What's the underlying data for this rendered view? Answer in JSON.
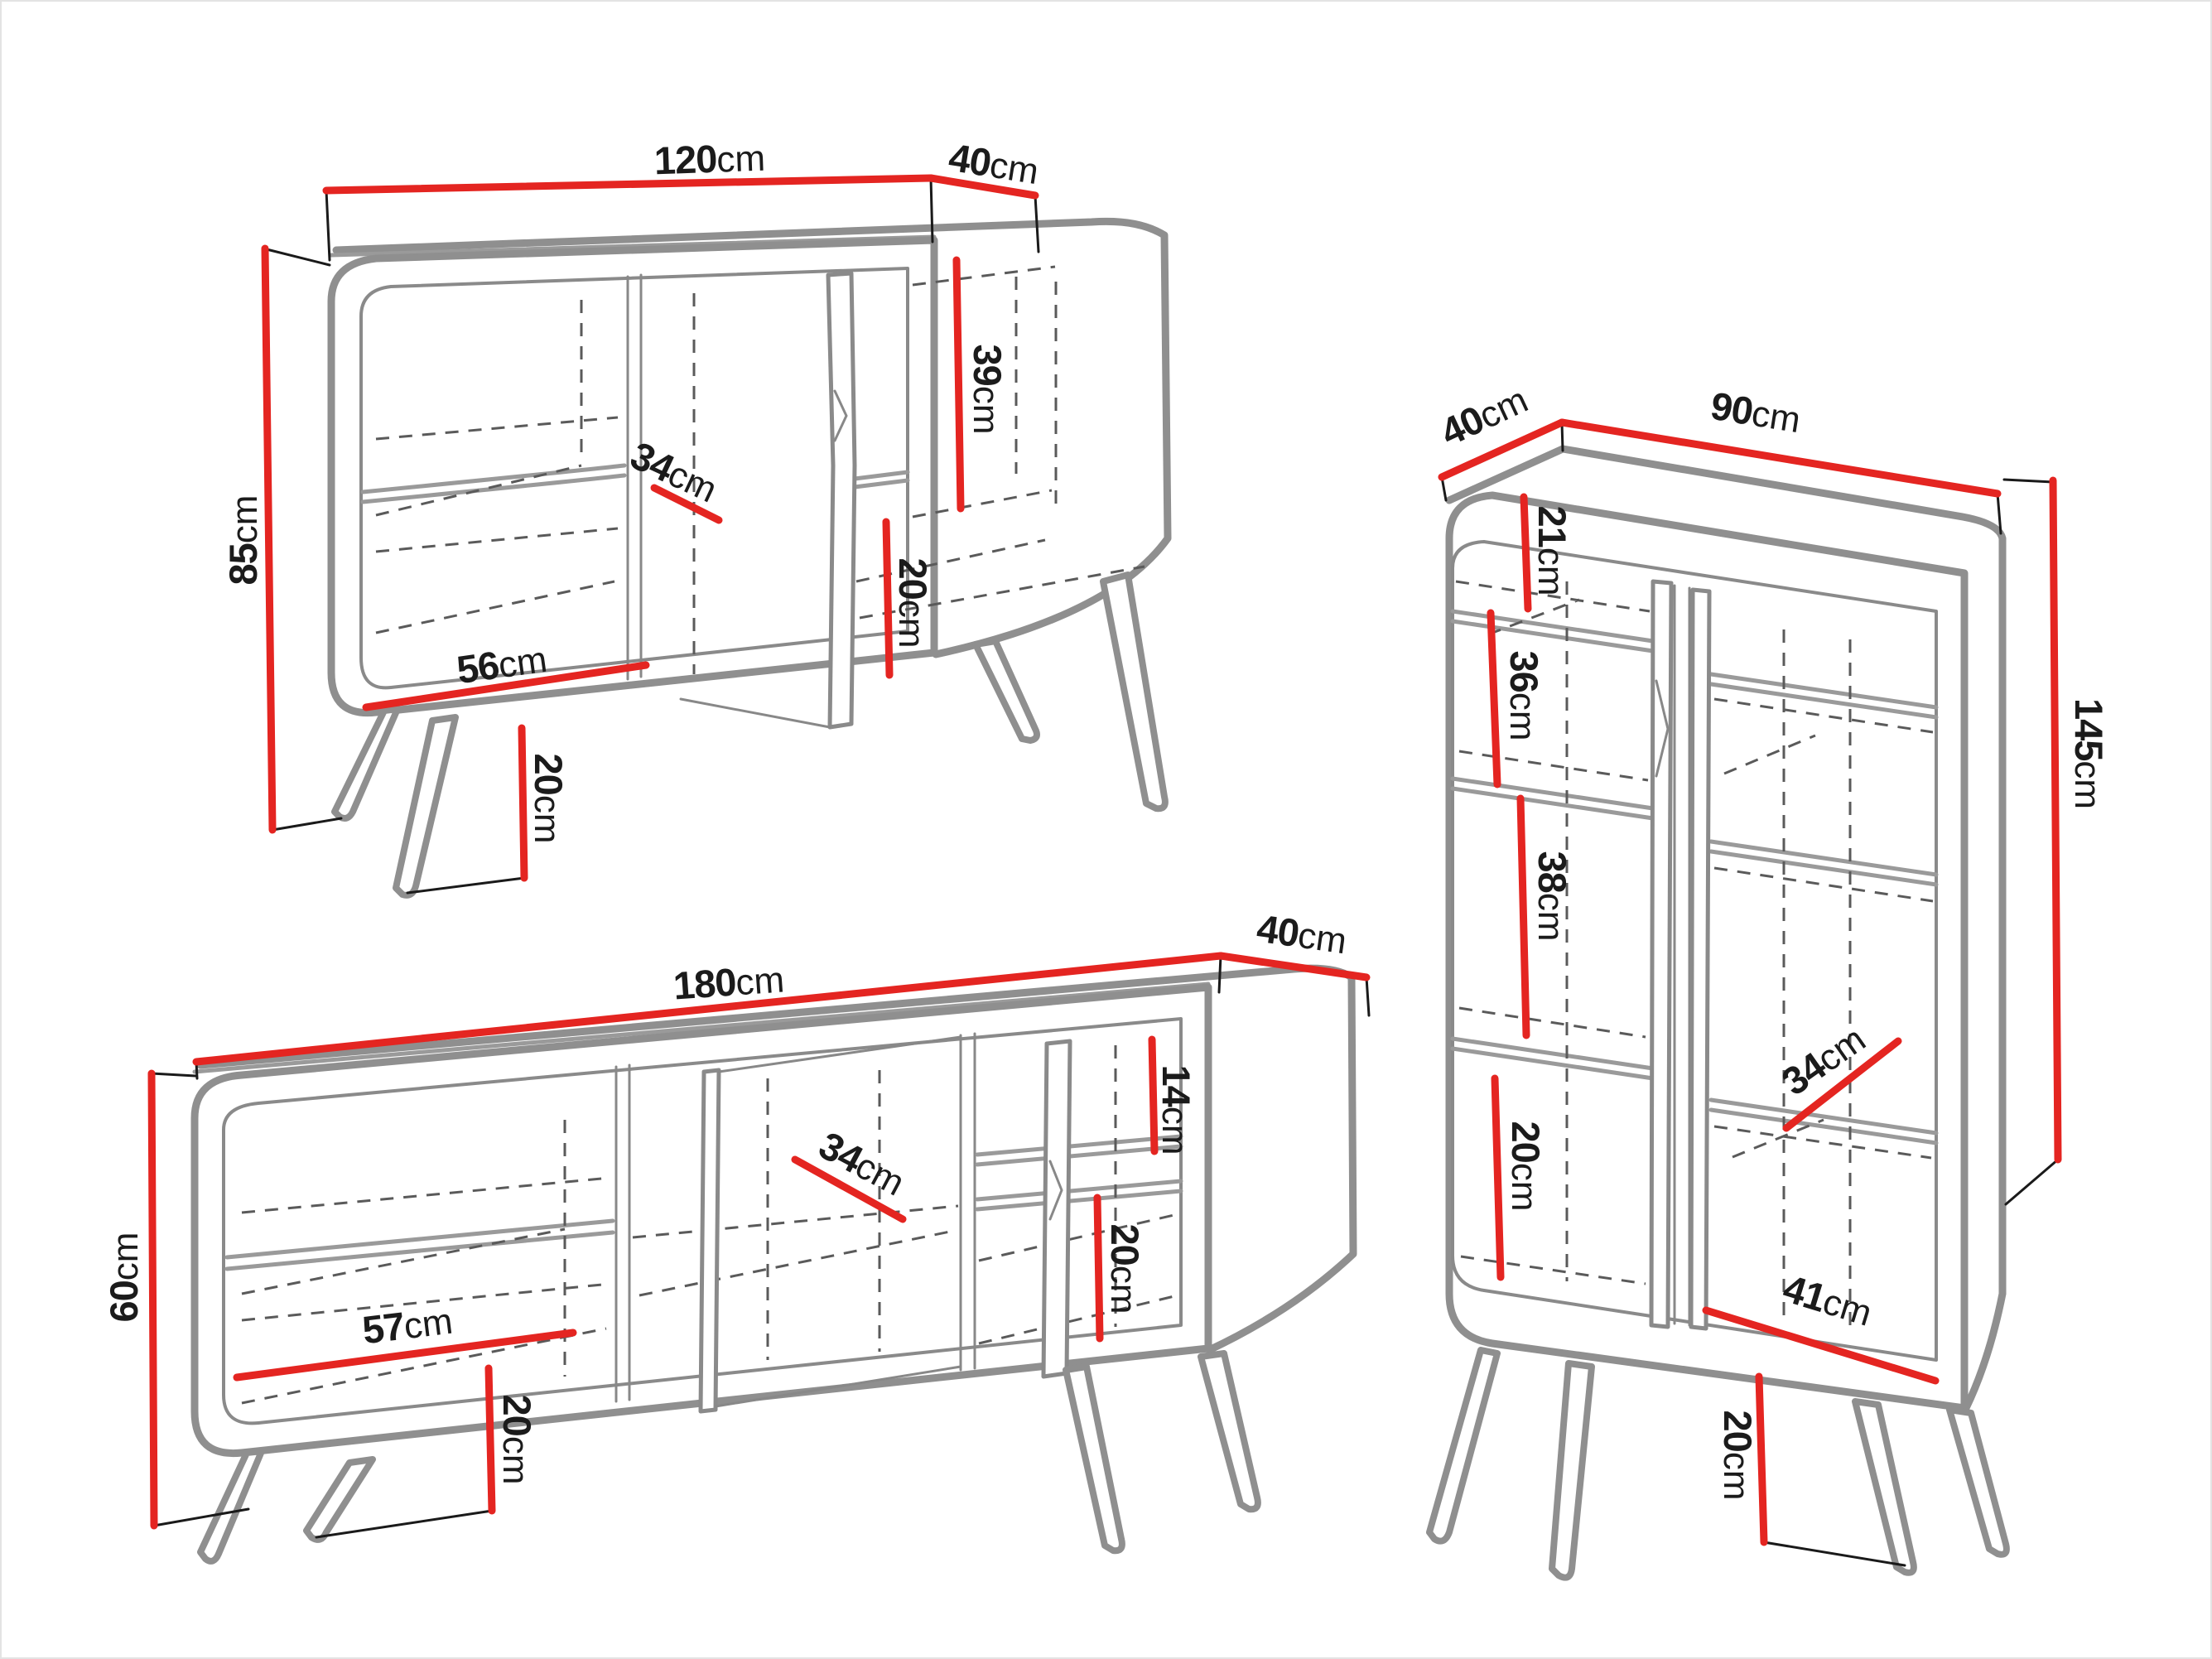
{
  "page": {
    "background": "#ffffff",
    "border_color": "#e3e3e3"
  },
  "colors": {
    "dimension_line": "#e42521",
    "outline": "#8f8f8f",
    "hidden_line": "#5a5a5a",
    "label_text": "#1b1b1b"
  },
  "furniture": [
    {
      "id": "sideboard",
      "description": "sideboard with door on legs",
      "dimensions": {
        "width": {
          "value": "120",
          "unit": "cm"
        },
        "depth": {
          "value": "40",
          "unit": "cm"
        },
        "height": {
          "value": "85",
          "unit": "cm"
        },
        "upper_compartment_height": {
          "value": "39",
          "unit": "cm"
        },
        "shelf_depth": {
          "value": "34",
          "unit": "cm"
        },
        "lower_compartment_height": {
          "value": "20",
          "unit": "cm"
        },
        "compartment_width": {
          "value": "56",
          "unit": "cm"
        },
        "leg_height": {
          "value": "20",
          "unit": "cm"
        }
      }
    },
    {
      "id": "tv-stand",
      "description": "TV cabinet with door on legs",
      "dimensions": {
        "width": {
          "value": "180",
          "unit": "cm"
        },
        "depth": {
          "value": "40",
          "unit": "cm"
        },
        "height": {
          "value": "60",
          "unit": "cm"
        },
        "shelf_depth": {
          "value": "34",
          "unit": "cm"
        },
        "upper_compartment_height": {
          "value": "14",
          "unit": "cm"
        },
        "lower_compartment_height": {
          "value": "20",
          "unit": "cm"
        },
        "compartment_width": {
          "value": "57",
          "unit": "cm"
        },
        "leg_height": {
          "value": "20",
          "unit": "cm"
        }
      }
    },
    {
      "id": "highboard",
      "description": "tall two-door cabinet on legs",
      "dimensions": {
        "depth": {
          "value": "40",
          "unit": "cm"
        },
        "width": {
          "value": "90",
          "unit": "cm"
        },
        "height": {
          "value": "145",
          "unit": "cm"
        },
        "first_compartment_height": {
          "value": "21",
          "unit": "cm"
        },
        "second_compartment_height": {
          "value": "36",
          "unit": "cm"
        },
        "third_compartment_height": {
          "value": "38",
          "unit": "cm"
        },
        "fourth_compartment_height": {
          "value": "20",
          "unit": "cm"
        },
        "shelf_depth": {
          "value": "34",
          "unit": "cm"
        },
        "compartment_width": {
          "value": "41",
          "unit": "cm"
        },
        "leg_height": {
          "value": "20",
          "unit": "cm"
        }
      }
    }
  ]
}
